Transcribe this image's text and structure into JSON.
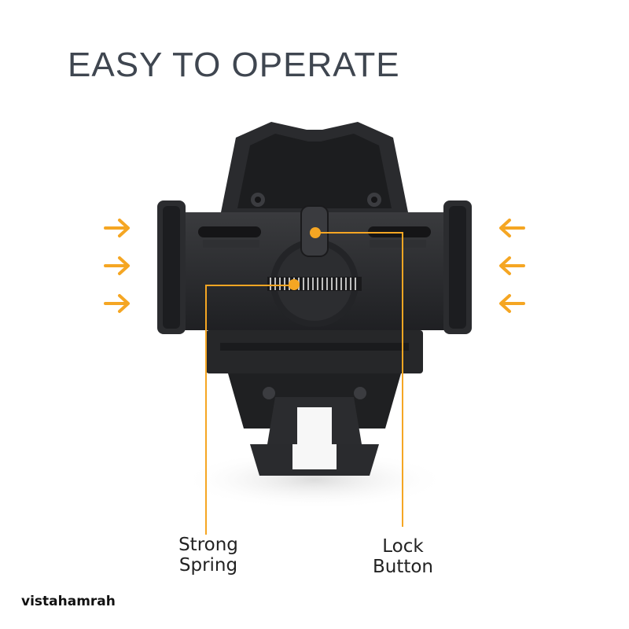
{
  "title": "EASY TO OPERATE",
  "callouts": {
    "spring_line1": "Strong",
    "spring_line2": "Spring",
    "lock_line1": "Lock",
    "lock_line2": "Button"
  },
  "watermark": "vistahamrah",
  "colors": {
    "accent": "#f5a623",
    "title": "#3f4650",
    "body": "#2b2b2b"
  },
  "icons": {
    "left_arrows": "arrow-right-icon",
    "right_arrows": "arrow-left-icon"
  }
}
